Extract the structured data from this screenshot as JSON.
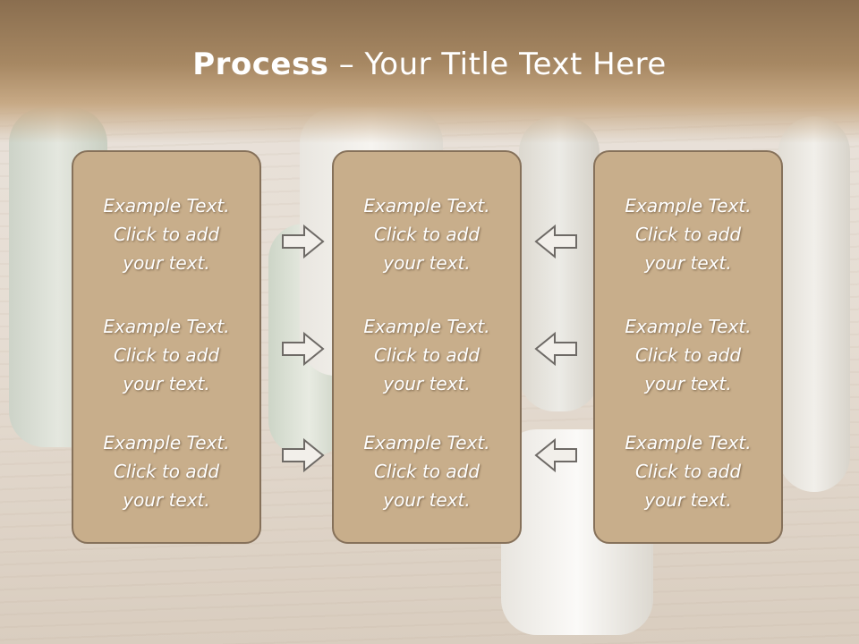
{
  "slide": {
    "title_bold": "Process",
    "title_rest": " – Your Title Text Here"
  },
  "columns": [
    {
      "items": [
        {
          "line1": "Example Text.",
          "line2": "Click  to add",
          "line3": "your text."
        },
        {
          "line1": "Example Text.",
          "line2": "Click  to add",
          "line3": "your text."
        },
        {
          "line1": "Example Text.",
          "line2": "Click  to add",
          "line3": "your text."
        }
      ]
    },
    {
      "items": [
        {
          "line1": "Example Text.",
          "line2": "Click  to add",
          "line3": "your text."
        },
        {
          "line1": "Example Text.",
          "line2": "Click  to add",
          "line3": "your text."
        },
        {
          "line1": "Example Text.",
          "line2": "Click  to add",
          "line3": "your text."
        }
      ]
    },
    {
      "items": [
        {
          "line1": "Example Text.",
          "line2": "Click  to add",
          "line3": "your text."
        },
        {
          "line1": "Example Text.",
          "line2": "Click  to add",
          "line3": "your text."
        },
        {
          "line1": "Example Text.",
          "line2": "Click  to add",
          "line3": "your text."
        }
      ]
    }
  ],
  "arrows": {
    "left_group": "right-arrow-icon",
    "right_group": "left-arrow-icon"
  },
  "colors": {
    "panel_fill": "#c8ae8b",
    "panel_border": "#86715a",
    "header": "#a78863",
    "text": "#ffffff"
  }
}
